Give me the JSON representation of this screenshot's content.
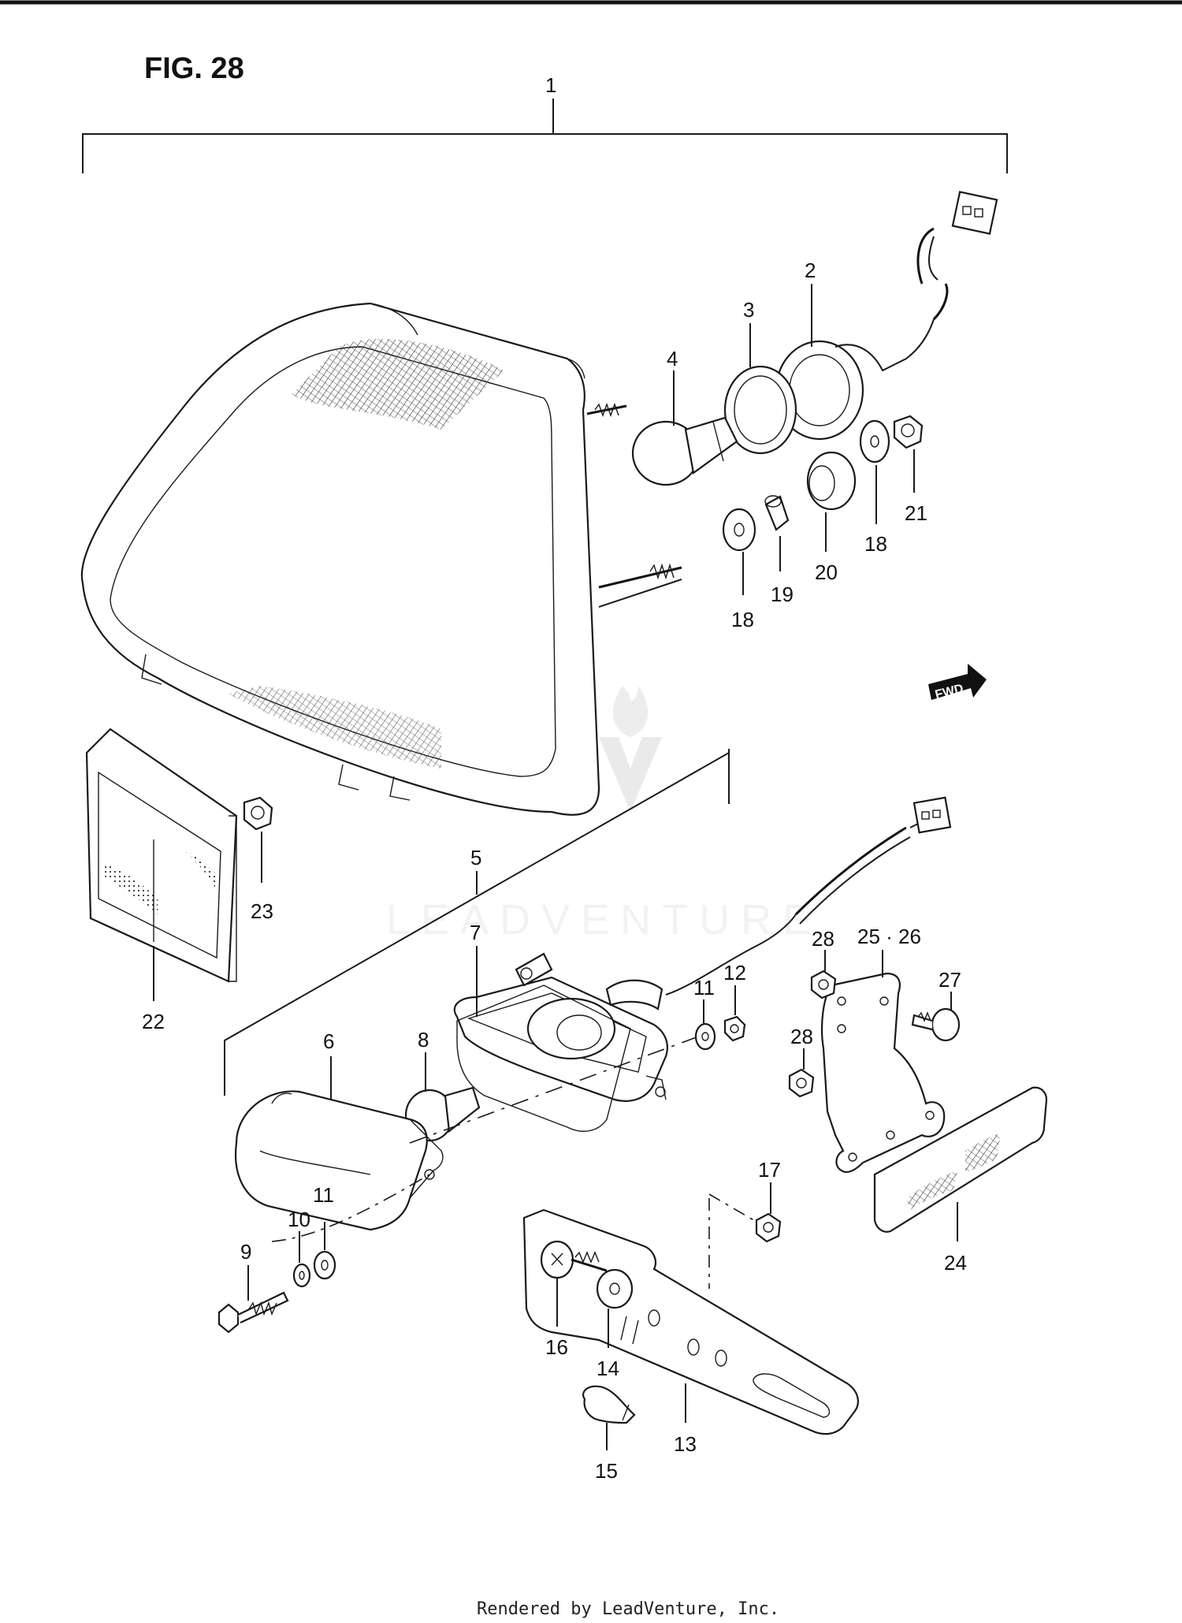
{
  "figure": {
    "title": "FIG. 28",
    "direction_label": "FWD",
    "watermark": "LEADVENTURE",
    "footer": "Rendered by LeadVenture, Inc."
  },
  "callouts": [
    {
      "id": "c1",
      "label": "1"
    },
    {
      "id": "c2",
      "label": "2"
    },
    {
      "id": "c3",
      "label": "3"
    },
    {
      "id": "c4",
      "label": "4"
    },
    {
      "id": "c5",
      "label": "5"
    },
    {
      "id": "c6",
      "label": "6"
    },
    {
      "id": "c7",
      "label": "7"
    },
    {
      "id": "c8",
      "label": "8"
    },
    {
      "id": "c9",
      "label": "9"
    },
    {
      "id": "c10",
      "label": "10"
    },
    {
      "id": "c11a",
      "label": "11"
    },
    {
      "id": "c11b",
      "label": "11"
    },
    {
      "id": "c12",
      "label": "12"
    },
    {
      "id": "c13",
      "label": "13"
    },
    {
      "id": "c14",
      "label": "14"
    },
    {
      "id": "c15",
      "label": "15"
    },
    {
      "id": "c16",
      "label": "16"
    },
    {
      "id": "c17",
      "label": "17"
    },
    {
      "id": "c18a",
      "label": "18"
    },
    {
      "id": "c18b",
      "label": "18"
    },
    {
      "id": "c19",
      "label": "19"
    },
    {
      "id": "c20",
      "label": "20"
    },
    {
      "id": "c21",
      "label": "21"
    },
    {
      "id": "c22",
      "label": "22"
    },
    {
      "id": "c23",
      "label": "23"
    },
    {
      "id": "c24",
      "label": "24"
    },
    {
      "id": "c2526",
      "label": "25 · 26"
    },
    {
      "id": "c27",
      "label": "27"
    },
    {
      "id": "c28a",
      "label": "28"
    },
    {
      "id": "c28b",
      "label": "28"
    }
  ]
}
